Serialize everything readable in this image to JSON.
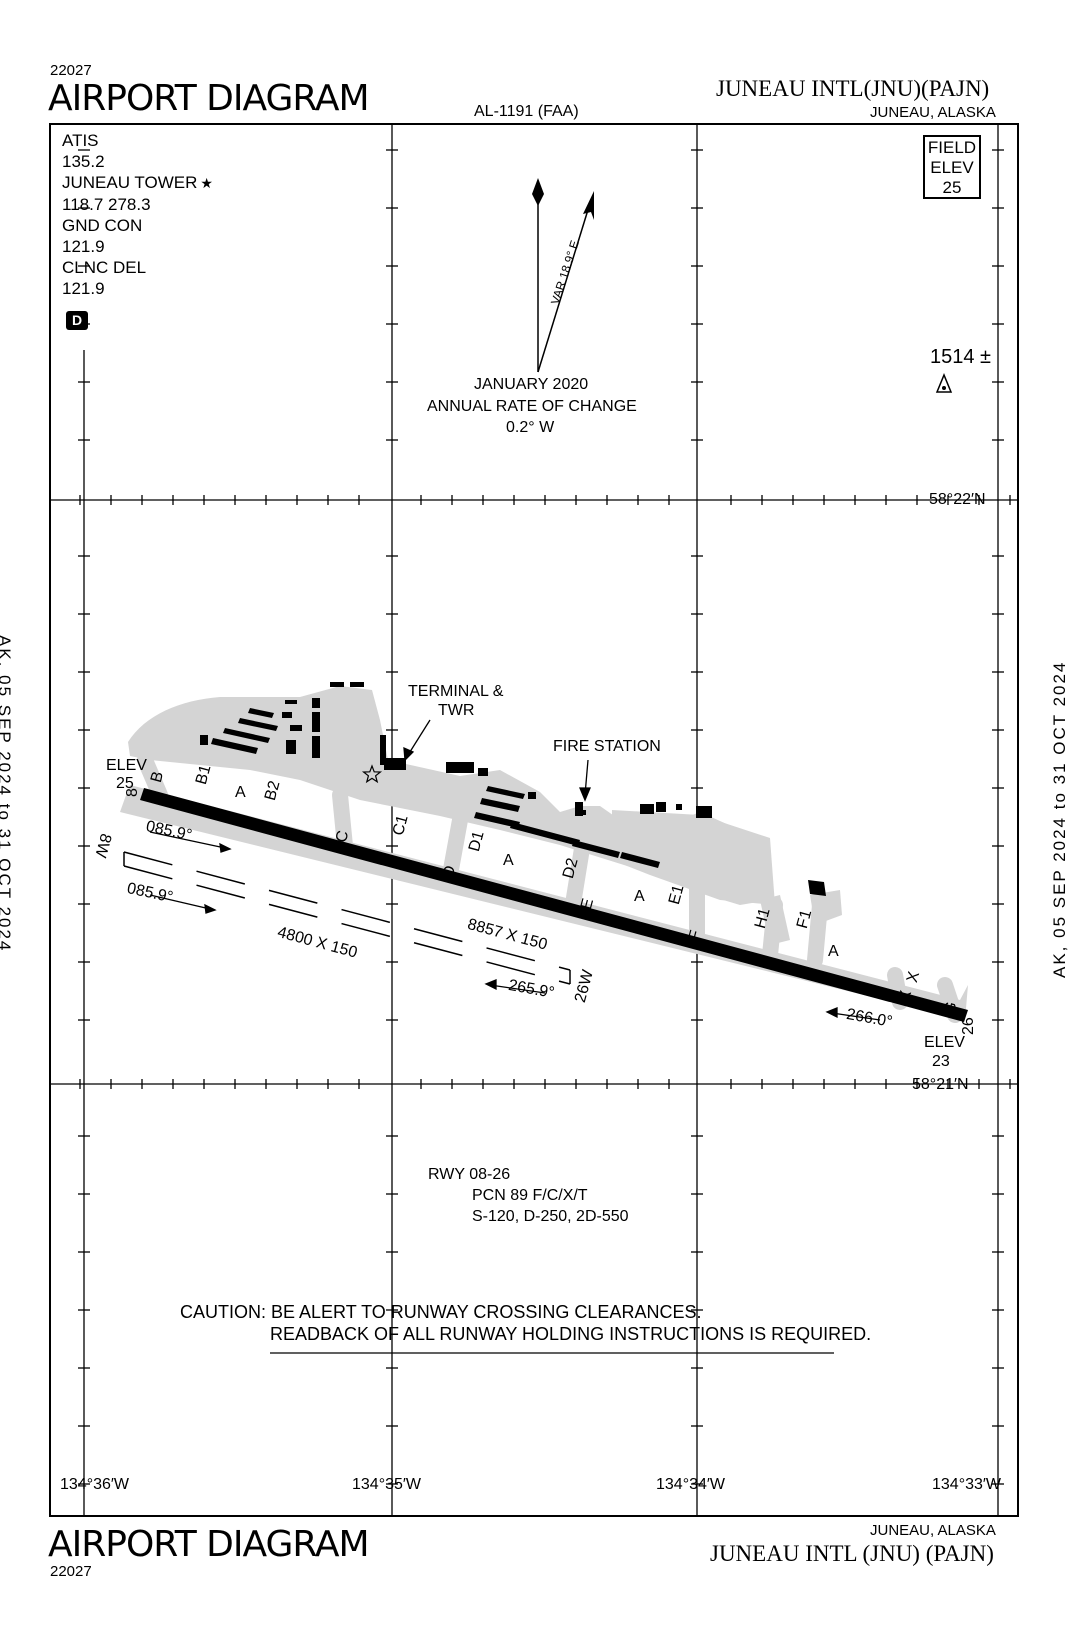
{
  "header": {
    "chart_number": "22027",
    "title": "AIRPORT DIAGRAM",
    "faa_code": "AL-1191 (FAA)",
    "airport_name": "JUNEAU INTL",
    "airport_ids": "(JNU)(PAJN)",
    "city": "JUNEAU,  ALASKA"
  },
  "footer": {
    "city": "JUNEAU,  ALASKA",
    "title": "AIRPORT DIAGRAM",
    "airport_name": "JUNEAU INTL",
    "airport_ids": "(JNU) (PAJN)",
    "chart_number": "22027"
  },
  "frequencies": {
    "atis_label": "ATIS",
    "atis": "135.2",
    "tower_label": "JUNEAU TOWER",
    "tower_star": "★",
    "tower": "118.7  278.3",
    "gnd_label": "GND CON",
    "gnd": "121.9",
    "clnc_label": "CLNC DEL",
    "clnc": "121.9",
    "d_symbol": "D"
  },
  "field_elev": {
    "line1": "FIELD",
    "line2": "ELEV",
    "value": "25"
  },
  "obstacle": {
    "height": "1514 ±"
  },
  "magvar": {
    "var_label": "VAR 18.9° E",
    "date": "JANUARY 2020",
    "rate_label": "ANNUAL RATE OF CHANGE",
    "rate": "0.2° W"
  },
  "coordinates": {
    "lat_north": "58°22′N",
    "lat_south": "58°21′N",
    "lon1": "134°36′W",
    "lon2": "134°35′W",
    "lon3": "134°34′W",
    "lon4": "134°33′W"
  },
  "labels": {
    "terminal": "TERMINAL &",
    "terminal2": "TWR",
    "fire_station": "FIRE STATION",
    "elev_w_label": "ELEV",
    "elev_w": "25",
    "elev_e_label": "ELEV",
    "elev_e": "23"
  },
  "runways": {
    "main_dims": "8857 X 150",
    "main_end_w": "8",
    "main_end_e": "26",
    "main_hdg_w": "085.9°",
    "main_hdg_e": "266.0°",
    "water_dims": "4800 X 150",
    "water_end_w": "8W",
    "water_end_e": "26W",
    "water_hdg_w": "085.9°",
    "water_hdg_e": "265.9°"
  },
  "taxiways": {
    "b": "B",
    "b1": "B1",
    "b2": "B2",
    "a1": "A",
    "c": "C",
    "c1": "C1",
    "d": "D",
    "d1": "D1",
    "a2": "A",
    "d2": "D2",
    "e": "E",
    "a3": "A",
    "e1": "E1",
    "f": "F",
    "h1": "H1",
    "f1": "F1",
    "a4": "A",
    "x1": "X",
    "x2": "X",
    "g": "G"
  },
  "notes": {
    "rwy": "RWY 08-26",
    "pcn": "PCN 89 F/C/X/T",
    "weights": "S-120, D-250, 2D-550",
    "caution1": "CAUTION: BE ALERT TO RUNWAY CROSSING CLEARANCES.",
    "caution2": "READBACK OF ALL RUNWAY HOLDING INSTRUCTIONS IS REQUIRED."
  },
  "validity": {
    "left": "AK,  05 SEP 2024  to  31 OCT 2024",
    "right": "AK,  05 SEP 2024  to  31 OCT 2024"
  }
}
